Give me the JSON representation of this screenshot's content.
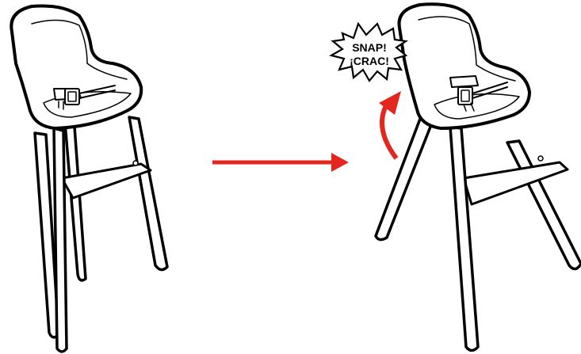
{
  "callout": {
    "line1": "SNAP!",
    "line2": "¡CRAC!"
  },
  "colors": {
    "stroke": "#000000",
    "fill": "#ffffff",
    "arrow": "#e3261e"
  },
  "figures": [
    {
      "name": "high-chair-before",
      "state": "seat detached"
    },
    {
      "name": "high-chair-after",
      "state": "seat snapped onto legs"
    }
  ]
}
